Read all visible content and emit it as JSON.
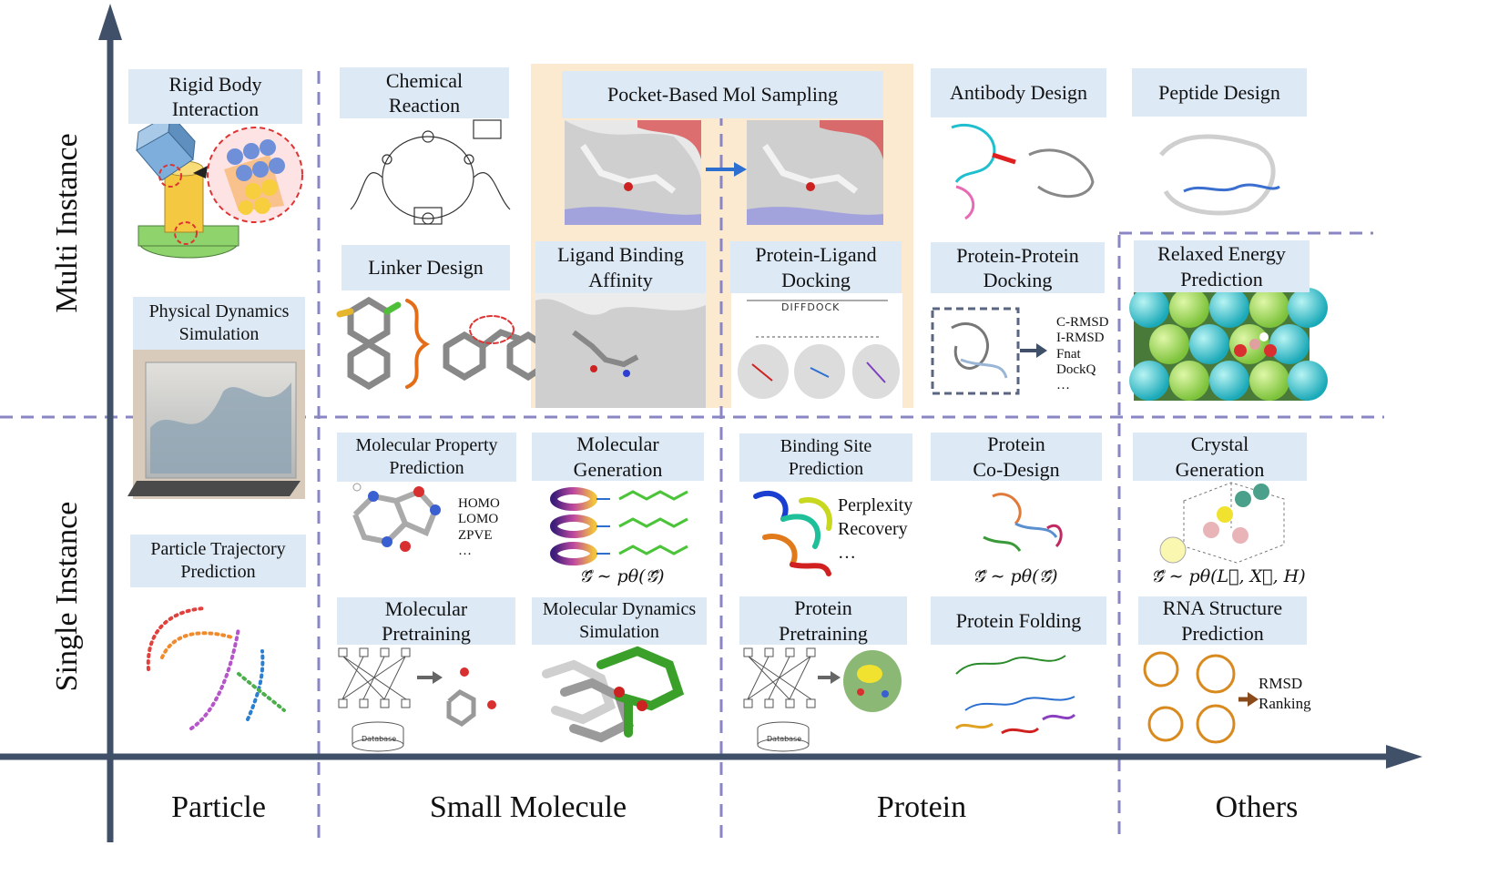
{
  "axes": {
    "columns": [
      "Particle",
      "Small Molecule",
      "Protein",
      "Others"
    ],
    "rows": [
      "Multi Instance",
      "Single Instance"
    ]
  },
  "tasks": {
    "rigid_body": "Rigid Body\nInteraction",
    "physical_dynamics": "Physical Dynamics\nSimulation",
    "particle_trajectory": "Particle Trajectory\nPrediction",
    "chemical_reaction": "Chemical\nReaction",
    "linker_design": "Linker Design",
    "pocket_sampling": "Pocket-Based Mol Sampling",
    "ligand_affinity": "Ligand Binding\nAffinity",
    "protein_ligand_docking": "Protein-Ligand\nDocking",
    "antibody_design": "Antibody Design",
    "protein_protein_docking": "Protein-Protein\nDocking",
    "peptide_design": "Peptide Design",
    "relaxed_energy": "Relaxed Energy\nPrediction",
    "mol_property": "Molecular Property\nPrediction",
    "mol_generation": "Molecular\nGeneration",
    "binding_site": "Binding Site\nPrediction",
    "protein_codesign": "Protein\nCo-Design",
    "crystal_generation": "Crystal\nGeneration",
    "mol_pretraining": "Molecular\nPretraining",
    "md_simulation": "Molecular Dynamics\nSimulation",
    "protein_pretraining": "Protein\nPretraining",
    "protein_folding": "Protein Folding",
    "rna_structure": "RNA Structure\nPrediction"
  },
  "metrics": {
    "ppi_docking": "C-RMSD\nI-RMSD\nFnat\nDockQ\n…",
    "mol_property": "HOMO\nLOMO\nZPVE\n…",
    "binding_site": "Perplexity\nRecovery\n…",
    "rna": "RMSD\nRanking"
  },
  "formulas": {
    "mol_generation": "𝒢⃗ ∼ pθ(𝒢⃗)",
    "protein_codesign": "𝒢⃗ ∼ pθ(𝒢⃗)",
    "crystal": "𝒢⃗ ∼ pθ(L⃗, X⃗, H)"
  },
  "thumb_text": {
    "diffdock": "DIFFDOCK",
    "database": "Database"
  },
  "colors": {
    "axis": "#3f5068",
    "divider": "#8a86c4",
    "label_bg": "#dde9f5",
    "highlight": "#fbe6c8"
  }
}
